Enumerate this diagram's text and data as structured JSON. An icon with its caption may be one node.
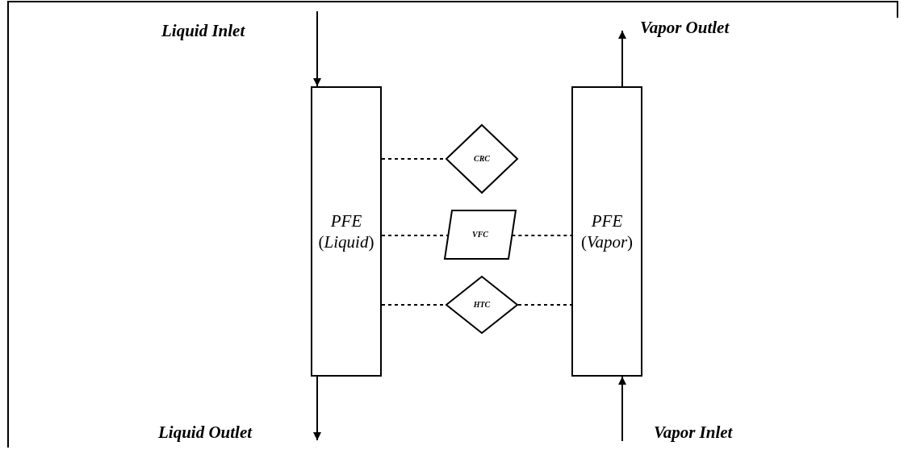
{
  "diagram": {
    "nodes": [
      {
        "text": [
          "*PFE* (*Liquid*)"
        ]
      },
      {
        "text": [
          "CRC"
        ]
      },
      {
        "text": [
          "VFC"
        ]
      },
      {
        "text": [
          "HTC"
        ]
      },
      {
        "text": [
          "*PFE* (*Vapor*)"
        ]
      }
    ],
    "edges": [
      {
        "from": null,
        "to": 0,
        "arrow": "to",
        "label": "Liquid Inlet"
      },
      {
        "from": 4,
        "to": null,
        "arrow": "to",
        "label": "Vapor Outlet"
      },
      {
        "from": 0,
        "to": null,
        "arrow": "to",
        "label": "Liquid Outlet"
      },
      {
        "from": null,
        "to": 4,
        "arrow": "to",
        "label": "Vapor Inlet"
      },
      {
        "from": 0,
        "to": 1,
        "arrow": "none",
        "style": "dashed"
      },
      {
        "from": 0,
        "to": 2,
        "arrow": "none",
        "style": "dashed"
      },
      {
        "from": 2,
        "to": 4,
        "arrow": "none",
        "style": "dashed"
      },
      {
        "from": 0,
        "to": 3,
        "arrow": "none",
        "style": "dashed"
      },
      {
        "from": 3,
        "to": 4,
        "arrow": "none",
        "style": "dashed"
      }
    ]
  }
}
